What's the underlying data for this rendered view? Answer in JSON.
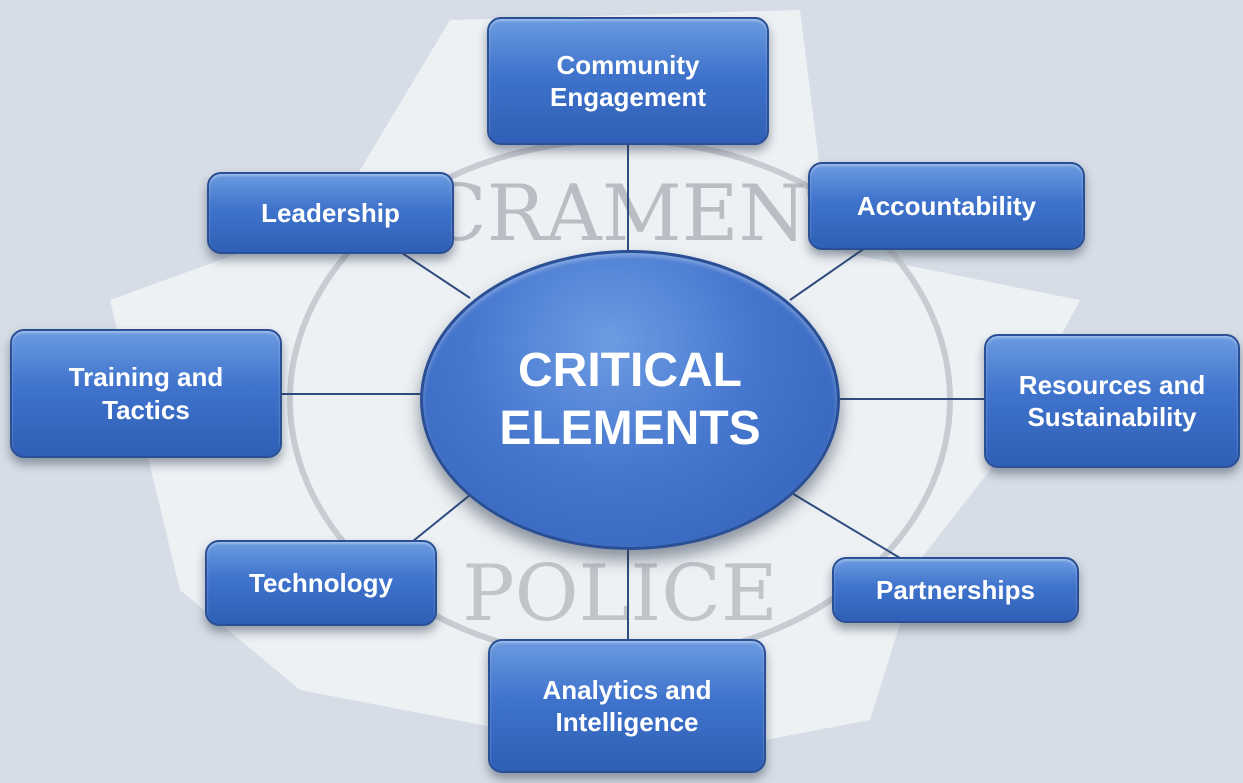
{
  "background": {
    "color": "#d6dde6",
    "badge_lettering": "SACRAMENTO POLICE"
  },
  "colors": {
    "node_fill": "#3f73cc",
    "node_border": "#2b4f95",
    "connector": "#2f4d7f",
    "text": "#ffffff"
  },
  "center": {
    "line1": "CRITICAL",
    "line2": "ELEMENTS"
  },
  "nodes": {
    "community_engagement": {
      "line1": "Community",
      "line2": "Engagement"
    },
    "leadership": {
      "label": "Leadership"
    },
    "accountability": {
      "label": "Accountability"
    },
    "training_tactics": {
      "line1": "Training and",
      "line2": "Tactics"
    },
    "resources_sustainability": {
      "line1": "Resources and",
      "line2": "Sustainability"
    },
    "technology": {
      "label": "Technology"
    },
    "partnerships": {
      "label": "Partnerships"
    },
    "analytics_intelligence": {
      "line1": "Analytics and",
      "line2": "Intelligence"
    }
  }
}
